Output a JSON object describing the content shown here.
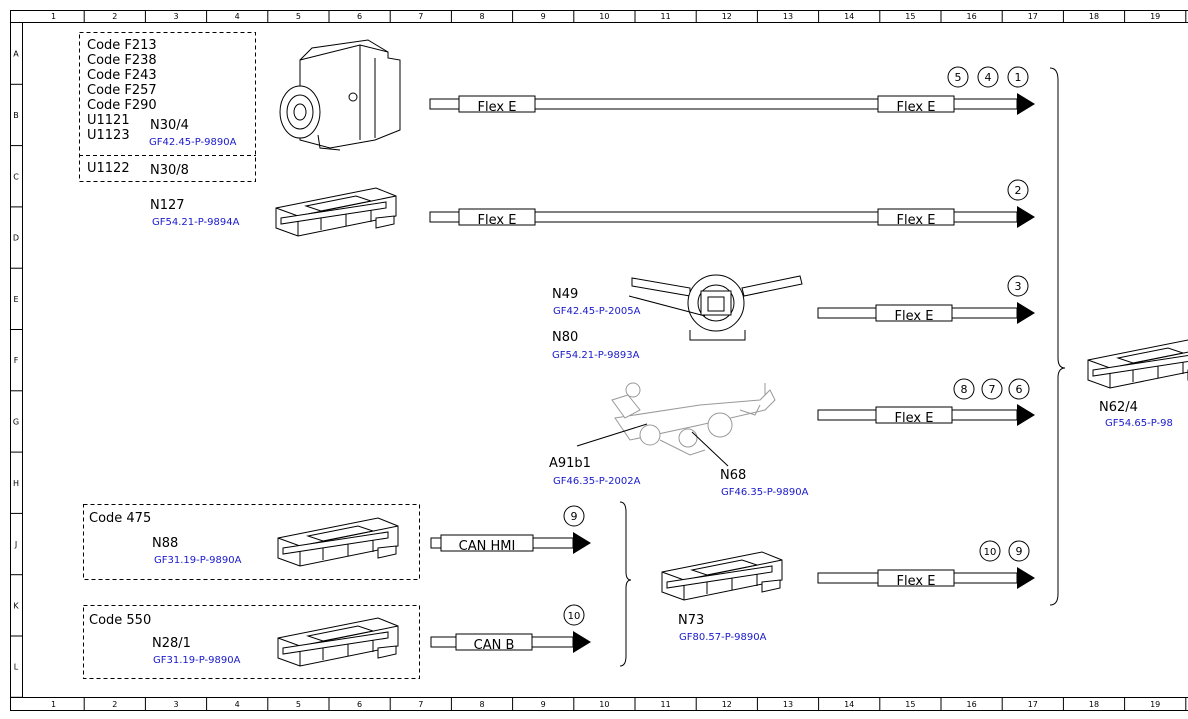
{
  "frame": {
    "columns": [
      "1",
      "2",
      "3",
      "4",
      "5",
      "6",
      "7",
      "8",
      "9",
      "10",
      "11",
      "12",
      "13",
      "14",
      "15",
      "16",
      "17",
      "18",
      "19"
    ],
    "rows": [
      "A",
      "B",
      "C",
      "D",
      "E",
      "F",
      "G",
      "H",
      "J",
      "K",
      "L"
    ]
  },
  "groupA": {
    "codes": [
      "Code F213",
      "Code F238",
      "Code F243",
      "Code F257",
      "Code F290"
    ],
    "u1121": "U1121",
    "u1123": "U1123",
    "u1122": "U1122",
    "n30_4": "N30/4",
    "n30_4_ref": "GF42.45-P-9890A",
    "n30_8": "N30/8"
  },
  "n127": {
    "label": "N127",
    "ref": "GF54.21-P-9894A"
  },
  "n49": {
    "label": "N49",
    "ref": "GF42.45-P-2005A"
  },
  "n80": {
    "label": "N80",
    "ref": "GF54.21-P-9893A"
  },
  "a91b1": {
    "label": "A91b1",
    "ref": "GF46.35-P-2002A"
  },
  "n68": {
    "label": "N68",
    "ref": "GF46.35-P-9890A"
  },
  "code475": {
    "code": "Code 475",
    "label": "N88",
    "ref": "GF31.19-P-9890A"
  },
  "code550": {
    "code": "Code 550",
    "label": "N28/1",
    "ref": "GF31.19-P-9890A"
  },
  "n73": {
    "label": "N73",
    "ref": "GF80.57-P-9890A"
  },
  "n62_4": {
    "label": "N62/4",
    "ref": "GF54.65-P-98"
  },
  "bus": {
    "flex": "Flex E",
    "can_hmi": "CAN HMI",
    "can_b": "CAN B"
  },
  "markers": {
    "row1": [
      "5",
      "4",
      "1"
    ],
    "row2": [
      "2"
    ],
    "row3": [
      "3"
    ],
    "row4": [
      "8",
      "7",
      "6"
    ],
    "can_hmi": [
      "9"
    ],
    "can_b": [
      "10"
    ],
    "row5": [
      "10",
      "9"
    ]
  }
}
